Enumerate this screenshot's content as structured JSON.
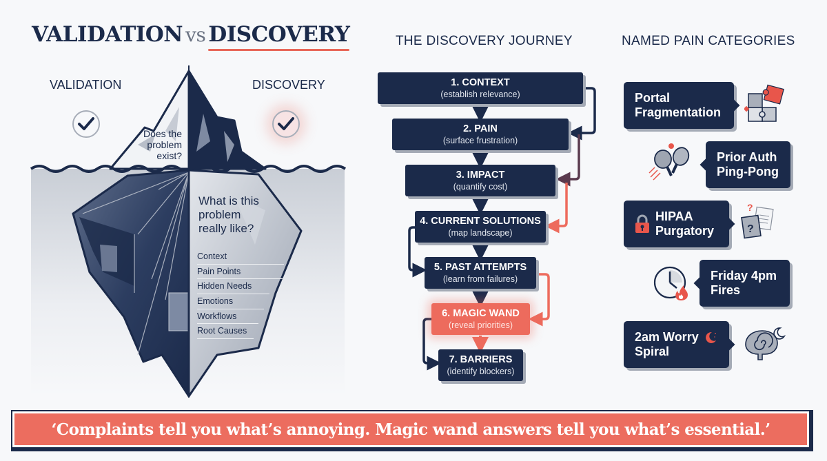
{
  "title": {
    "part1": "VALIDATION",
    "vs": "vs",
    "part2": "DISCOVERY"
  },
  "iceberg": {
    "left_label": "VALIDATION",
    "right_label": "DISCOVERY",
    "tip_question": [
      "Does the",
      "problem",
      "exist?"
    ],
    "deep_question": [
      "What is this",
      "problem",
      "really like?"
    ],
    "deep_items": [
      "Context",
      "Pain Points",
      "Hidden Needs",
      "Emotions",
      "Workflows",
      "Root Causes"
    ],
    "icons": {
      "left": "check-circle-icon",
      "right": "check-circle-glow-icon"
    }
  },
  "journey": {
    "heading": "THE DISCOVERY JOURNEY",
    "steps": [
      {
        "title": "1. CONTEXT",
        "sub": "(establish relevance)"
      },
      {
        "title": "2. PAIN",
        "sub": "(surface frustration)"
      },
      {
        "title": "3. IMPACT",
        "sub": "(quantify cost)"
      },
      {
        "title": "4. CURRENT SOLUTIONS",
        "sub": "(map landscape)"
      },
      {
        "title": "5. PAST ATTEMPTS",
        "sub": "(learn from failures)"
      },
      {
        "title": "6. MAGIC WAND",
        "sub": "(reveal priorities)",
        "highlight": true
      },
      {
        "title": "7. BARRIERS",
        "sub": "(identify blockers)"
      }
    ],
    "colors": {
      "navy": "#1b2a4a",
      "coral": "#ed6b5d",
      "plum": "#5a3a4e"
    }
  },
  "pain": {
    "heading": "NAMED PAIN CATEGORIES",
    "items": [
      {
        "line1": "Portal",
        "line2": "Fragmentation",
        "icon": "puzzle-icon"
      },
      {
        "line1": "Prior Auth",
        "line2": "Ping-Pong",
        "icon": "ping-pong-paddles-icon"
      },
      {
        "line1": "HIPAA",
        "line2": "Purgatory",
        "icon": "question-documents-icon",
        "inline_icon": "padlock-icon"
      },
      {
        "line1": "Friday 4pm",
        "line2": "Fires",
        "icon": "clock-fire-icon"
      },
      {
        "line1": "2am Worry",
        "line2": "Spiral",
        "icon": "brain-spiral-icon",
        "inline_icon": "moon-icon"
      }
    ]
  },
  "quote": {
    "text": "‘Complaints tell you what’s annoying. Magic wand answers tell you what’s essential.’"
  },
  "colors": {
    "navy": "#1b2a4a",
    "coral": "#ec6d5f",
    "gray": "#a5abb6",
    "background": "#f7f8fa"
  }
}
